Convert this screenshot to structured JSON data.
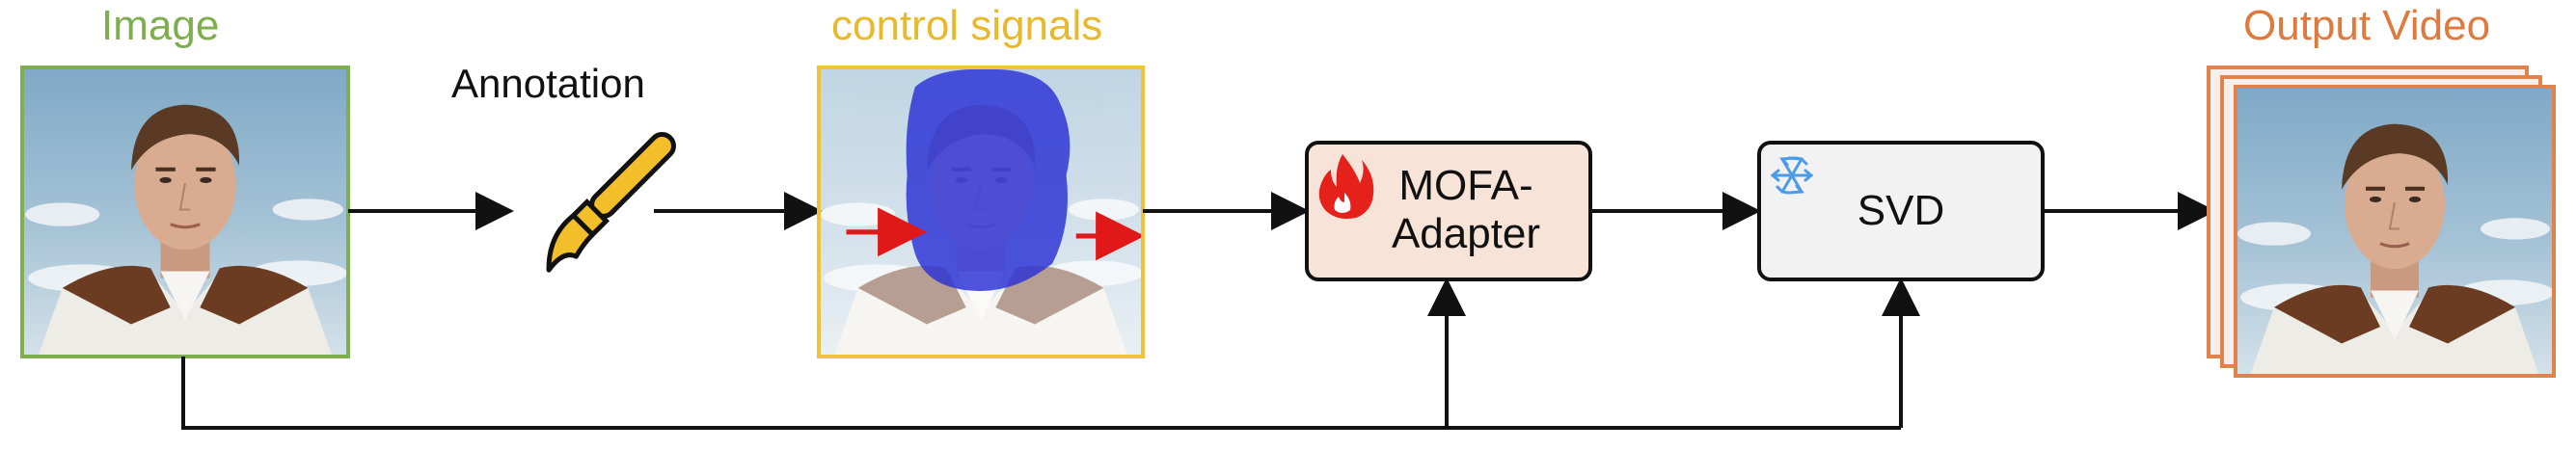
{
  "labels": {
    "image": "Image",
    "annotation": "Annotation",
    "control_signals": "control signals",
    "output_video": "Output Video"
  },
  "nodes": {
    "mofa_line1": "MOFA-",
    "mofa_line2": "Adapter",
    "svd": "SVD"
  },
  "icons": {
    "annotation": "paintbrush-icon",
    "mofa": "flame-icon",
    "svd": "snowflake-icon"
  },
  "colors": {
    "image_border": "#7fae4e",
    "image_label": "#7fae4e",
    "control_border": "#f0c13c",
    "control_label": "#e9b92c",
    "output_border": "#e0824a",
    "output_label": "#de7a3e",
    "mofa_fill": "#f7e3d8",
    "svd_fill": "#f2f2f2",
    "mask_blue": "#2a2fd6",
    "motion_arrow": "#e01818",
    "flame": "#e6201a",
    "snowflake": "#4b9be8",
    "brush_yellow": "#f2be2a"
  }
}
